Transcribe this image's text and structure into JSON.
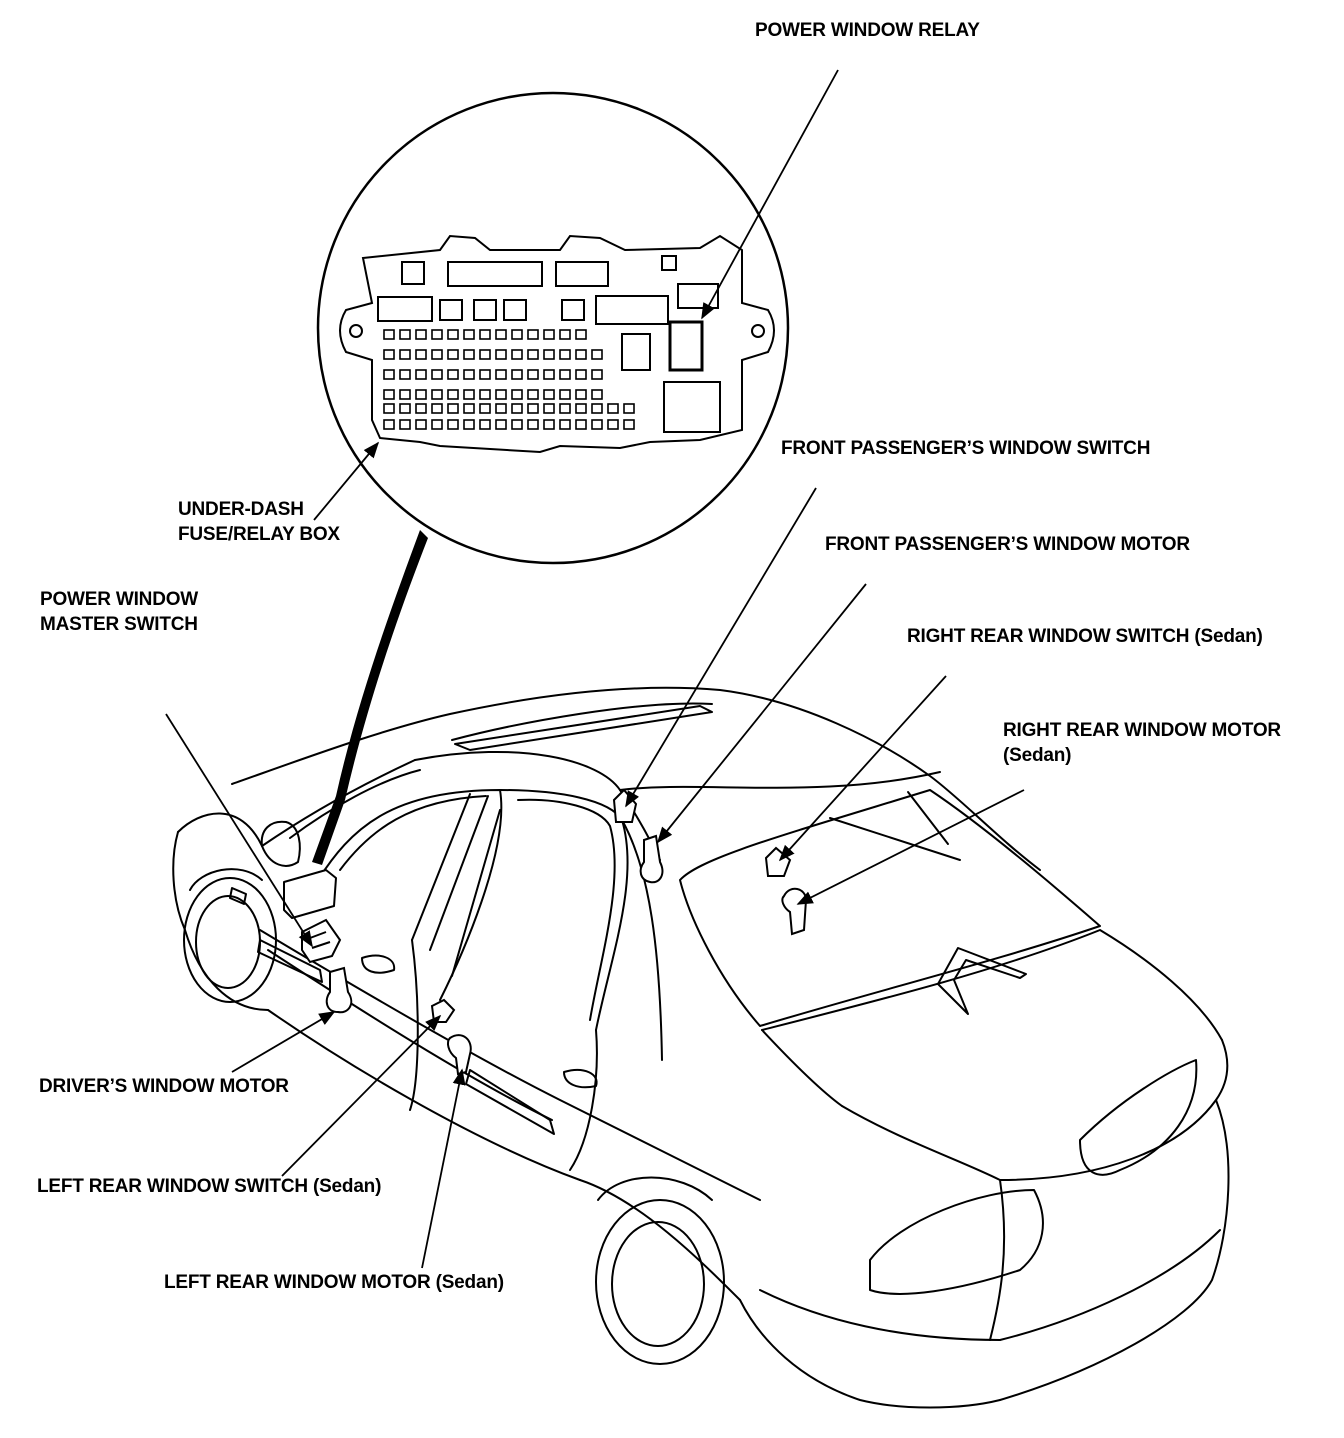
{
  "labels": {
    "power_window_relay": "POWER WINDOW RELAY",
    "under_dash_box_line1": "UNDER-DASH",
    "under_dash_box_line2": "FUSE/RELAY BOX",
    "master_switch_line1": "POWER WINDOW",
    "master_switch_line2": "MASTER SWITCH",
    "front_pass_switch": "FRONT PASSENGER’S WINDOW SWITCH",
    "front_pass_motor": "FRONT PASSENGER’S WINDOW MOTOR",
    "right_rear_switch": "RIGHT REAR WINDOW SWITCH (Sedan)",
    "right_rear_motor_line1": "RIGHT REAR WINDOW MOTOR",
    "right_rear_motor_line2": "(Sedan)",
    "driver_motor": "DRIVER’S WINDOW MOTOR",
    "left_rear_switch": "LEFT REAR WINDOW SWITCH (Sedan)",
    "left_rear_motor": "LEFT REAR WINDOW MOTOR (Sedan)"
  },
  "colors": {
    "ink": "#000000",
    "paper": "#ffffff"
  }
}
